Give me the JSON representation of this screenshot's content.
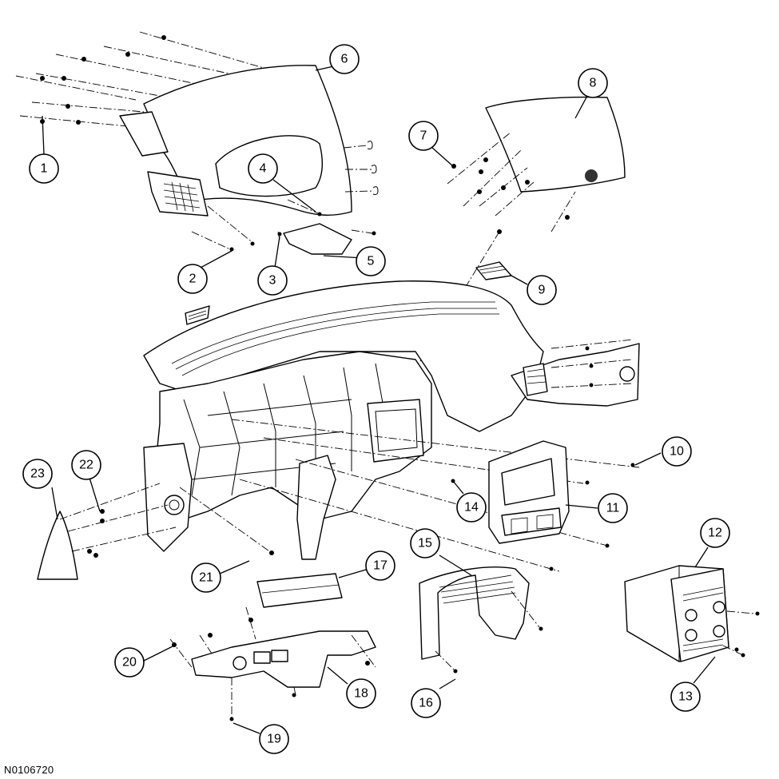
{
  "figure": {
    "code": "N0106720"
  },
  "callouts": [
    {
      "id": "1",
      "label": "1"
    },
    {
      "id": "2",
      "label": "2"
    },
    {
      "id": "3",
      "label": "3"
    },
    {
      "id": "4",
      "label": "4"
    },
    {
      "id": "5",
      "label": "5"
    },
    {
      "id": "6",
      "label": "6"
    },
    {
      "id": "7",
      "label": "7"
    },
    {
      "id": "8",
      "label": "8"
    },
    {
      "id": "9",
      "label": "9"
    },
    {
      "id": "10",
      "label": "10"
    },
    {
      "id": "11",
      "label": "11"
    },
    {
      "id": "12",
      "label": "12"
    },
    {
      "id": "13",
      "label": "13"
    },
    {
      "id": "14",
      "label": "14"
    },
    {
      "id": "15",
      "label": "15"
    },
    {
      "id": "16",
      "label": "16"
    },
    {
      "id": "17",
      "label": "17"
    },
    {
      "id": "18",
      "label": "18"
    },
    {
      "id": "19",
      "label": "19"
    },
    {
      "id": "20",
      "label": "20"
    },
    {
      "id": "21",
      "label": "21"
    },
    {
      "id": "22",
      "label": "22"
    },
    {
      "id": "23",
      "label": "23"
    }
  ]
}
